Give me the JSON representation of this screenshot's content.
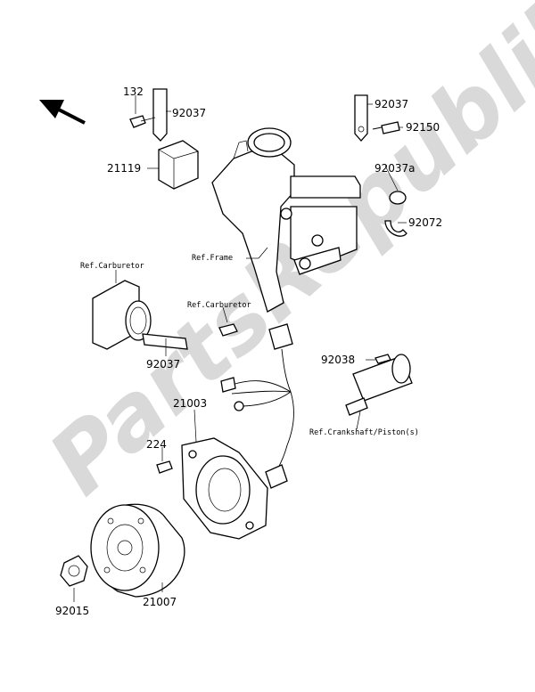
{
  "watermark": "PartsRepublik",
  "parts": {
    "p132": "132",
    "p92037_top_left": "92037",
    "p21119": "21119",
    "p92037_top_right": "92037",
    "p92150": "92150",
    "p92037a": "92037a",
    "p92072": "92072",
    "p92037_mid": "92037",
    "p92038": "92038",
    "p21003": "21003",
    "p224": "224",
    "p21007": "21007",
    "p92015": "92015"
  },
  "references": {
    "frame": "Ref.Frame",
    "carburetor_left": "Ref.Carburetor",
    "carburetor_right": "Ref.Carburetor",
    "crankshaft": "Ref.Crankshaft/Piston(s)"
  },
  "icons": {
    "direction": "arrow-icon"
  }
}
